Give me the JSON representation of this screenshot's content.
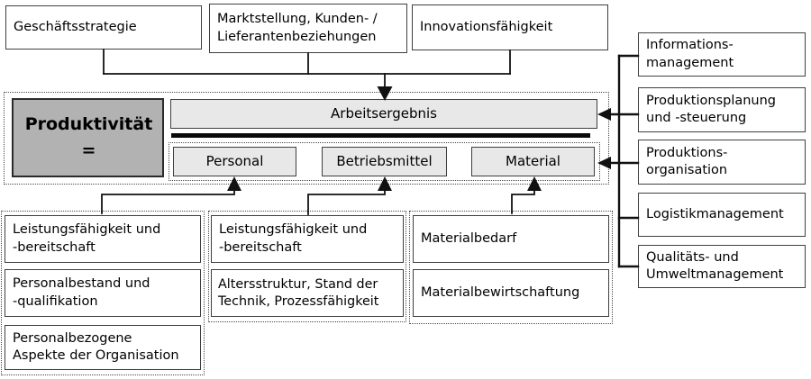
{
  "diagram": {
    "equation": {
      "result_label": "Produktivität\n=",
      "numerator": "Arbeitsergebnis",
      "denominators": [
        "Personal",
        "Betriebsmittel",
        "Material"
      ]
    },
    "top_factors": [
      "Geschäftsstrategie",
      "Marktstellung, Kunden- /\nLieferantenbeziehungen",
      "Innovationsfähigkeit"
    ],
    "right_factors": [
      "Informations-\nmanagement",
      "Produktionsplanung\nund -steuerung",
      "Produktions-\norganisation",
      "Logistikmanagement",
      "Qualitäts- und\nUmweltmanagement"
    ],
    "personal_factors": [
      "Leistungsfähigkeit und\n-bereitschaft",
      "Personalbestand und\n-qualifikation",
      "Personalbezogene\nAspekte der Organisation"
    ],
    "betriebsmittel_factors": [
      "Leistungsfähigkeit und\n-bereitschaft",
      "Altersstruktur, Stand der\nTechnik, Prozessfähigkeit"
    ],
    "material_factors": [
      "Materialbedarf",
      "Materialbewirtschaftung"
    ],
    "colors": {
      "background": "#ffffff",
      "box_fill_light": "#e8e8e8",
      "box_fill_dark": "#b2b2b2",
      "box_border": "#3f3f3f",
      "connector": "#111111",
      "fraction_bar": "#0a0a0a"
    }
  }
}
